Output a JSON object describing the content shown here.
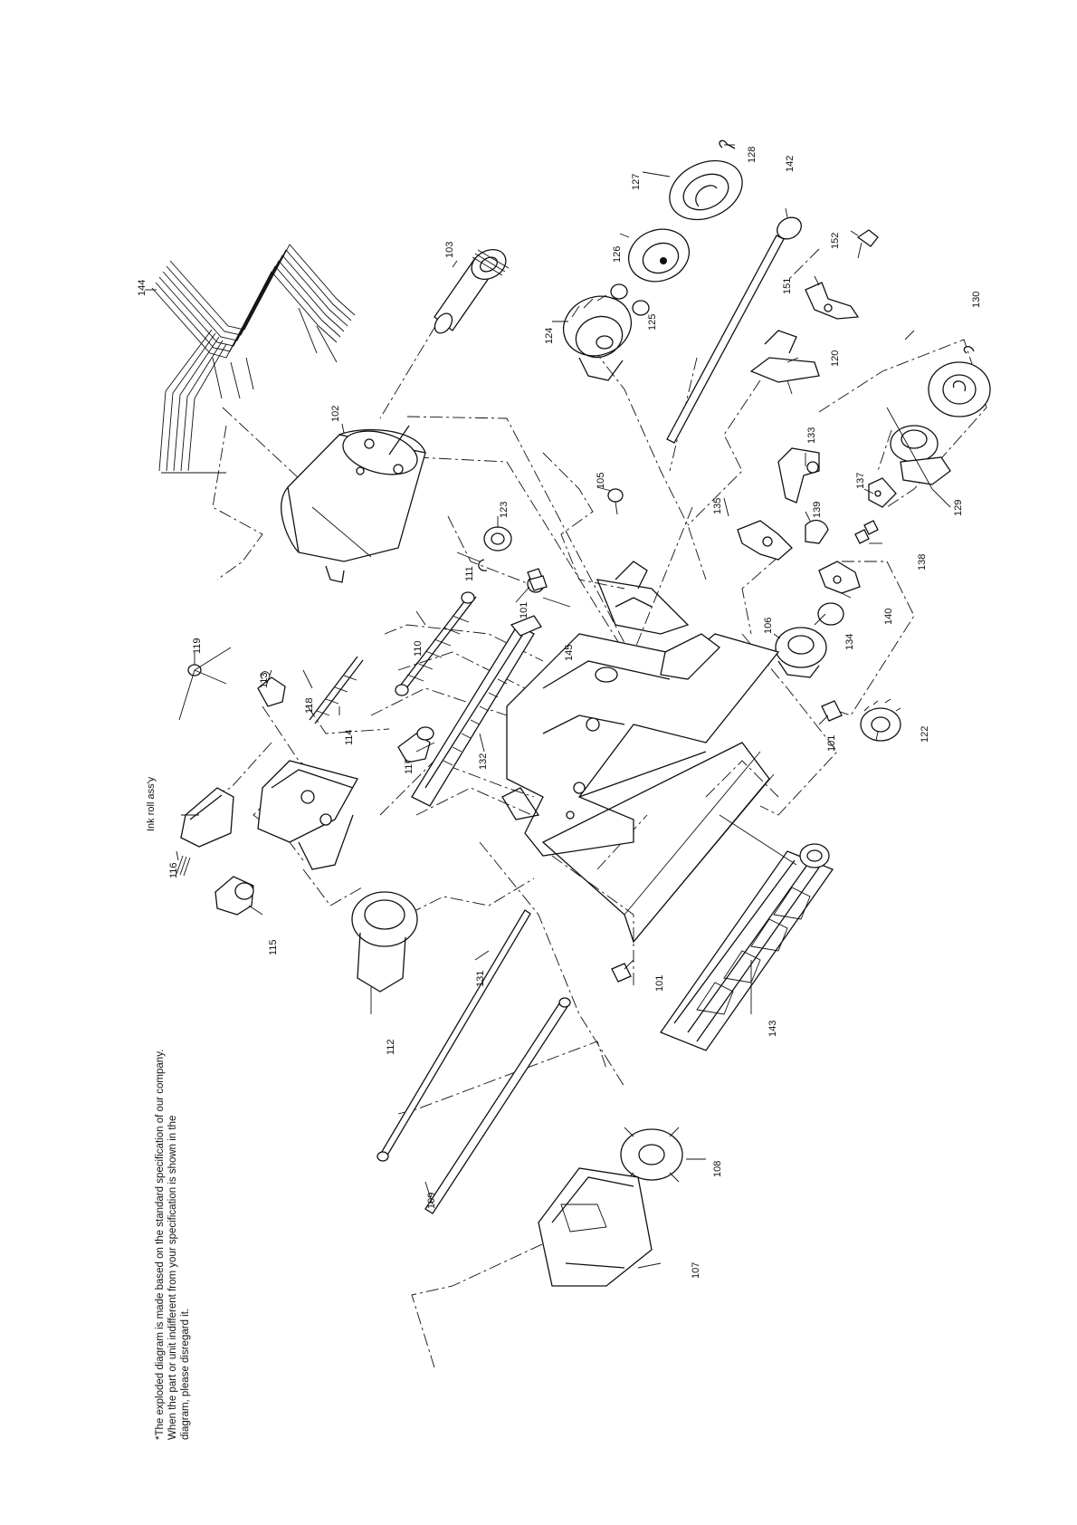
{
  "note": {
    "line1": "*The exploded diagram is made based on the standard specification of our company.",
    "line2": "When the part or unit indifferent from your specification is shown in the",
    "line3": "diagram, please disregard it."
  },
  "labels": {
    "p101a": "101",
    "p101b": "101",
    "p101c": "101",
    "p102": "102",
    "p103": "103",
    "p105": "105",
    "p106": "106",
    "p107": "107",
    "p108": "108",
    "p109": "109",
    "p110": "110",
    "p111": "111",
    "p112": "112",
    "p113": "113",
    "p114": "114",
    "p115": "115",
    "p116": "116",
    "p117": "117",
    "p118": "118",
    "p119": "119",
    "p120": "120",
    "p122": "122",
    "p123": "123",
    "p124": "124",
    "p125": "125",
    "p126": "126",
    "p127": "127",
    "p128": "128",
    "p129": "129",
    "p130": "130",
    "p131": "131",
    "p132": "132",
    "p133": "133",
    "p134": "134",
    "p135": "135",
    "p137": "137",
    "p138": "138",
    "p139": "139",
    "p140": "140",
    "p142": "142",
    "p143": "143",
    "p144": "144",
    "p145": "145",
    "p151": "151",
    "p152": "152",
    "ink_roll": "Ink roll ass'y"
  }
}
